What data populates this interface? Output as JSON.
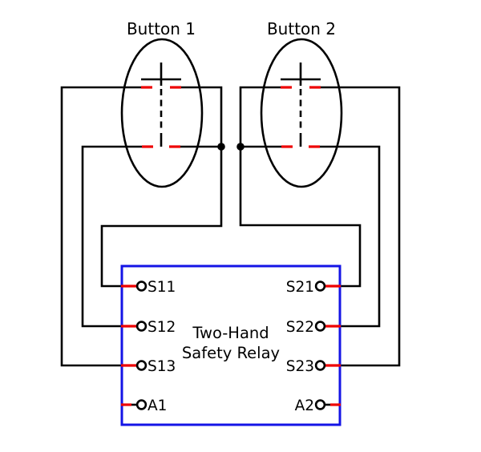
{
  "diagram": {
    "type": "circuit-schematic",
    "button1_label": "Button 1",
    "button2_label": "Button 2",
    "relay": {
      "name_line1": "Two-Hand",
      "name_line2": "Safety Relay",
      "left_terminals": [
        "S11",
        "S12",
        "S13",
        "A1"
      ],
      "right_terminals": [
        "S21",
        "S22",
        "S23",
        "A2"
      ]
    },
    "colors": {
      "wire": "#000000",
      "contact_mark": "#ee0000",
      "terminal_pin": "#ee0000",
      "relay_border": "#1414e6"
    }
  }
}
